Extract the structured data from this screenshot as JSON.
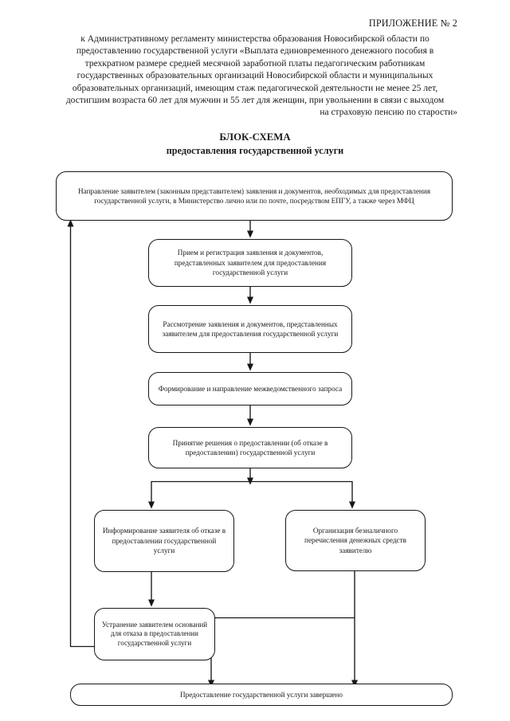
{
  "document": {
    "appendix_label": "ПРИЛОЖЕНИЕ № 2",
    "appendix_text": "к Административному регламенту министерства образования Новосибирской области по предоставлению государственной услуги «Выплата единовременного денежного пособия в трехкратном размере средней месячной заработной платы педагогическим работникам государственных образовательных организаций Новосибирской области и муниципальных образовательных организаций, имеющим стаж педагогической деятельности не менее 25 лет, достигшим возраста 60 лет для мужчин и 55 лет для женщин, при увольнении в связи с выходом",
    "appendix_text_last_line": "на страховую пенсию по старости»",
    "title_line_1": "БЛОК-СХЕМА",
    "title_line_2": "предоставления государственной услуги"
  },
  "flowchart": {
    "line_color": "#16171a",
    "box_border_color": "#16171a",
    "background": "#ffffff",
    "nodes": [
      {
        "id": "submission",
        "text": "Направление заявителем (законным представителем) заявления и документов, необходимых для предоставления государственной услуги, в Министерство лично или по почте, посредством ЕПГУ, а также через МФЦ"
      },
      {
        "id": "registration",
        "text": "Прием и регистрация заявления и документов, представленных заявителем для предоставления государственной услуги"
      },
      {
        "id": "review",
        "text": "Рассмотрение заявления и документов, представленных заявителем для предоставления государственной услуги"
      },
      {
        "id": "interagency-request",
        "text": "Формирование и направление межведомственного запроса"
      },
      {
        "id": "decision",
        "text": "Принятие решения о предоставлении (об отказе в предоставлении) государственной услуги"
      },
      {
        "id": "refusal-notice",
        "text": "Информирование заявителя об отказе в предоставлении государственной услуги"
      },
      {
        "id": "payment-transfer",
        "text": "Организация безналичного перечисления денежных средств заявителю"
      },
      {
        "id": "fix-grounds",
        "text": "Устранение заявителем оснований для отказа в предоставлении государственной услуги"
      },
      {
        "id": "completed",
        "text": "Предоставление государственной услуги завершено"
      }
    ]
  }
}
